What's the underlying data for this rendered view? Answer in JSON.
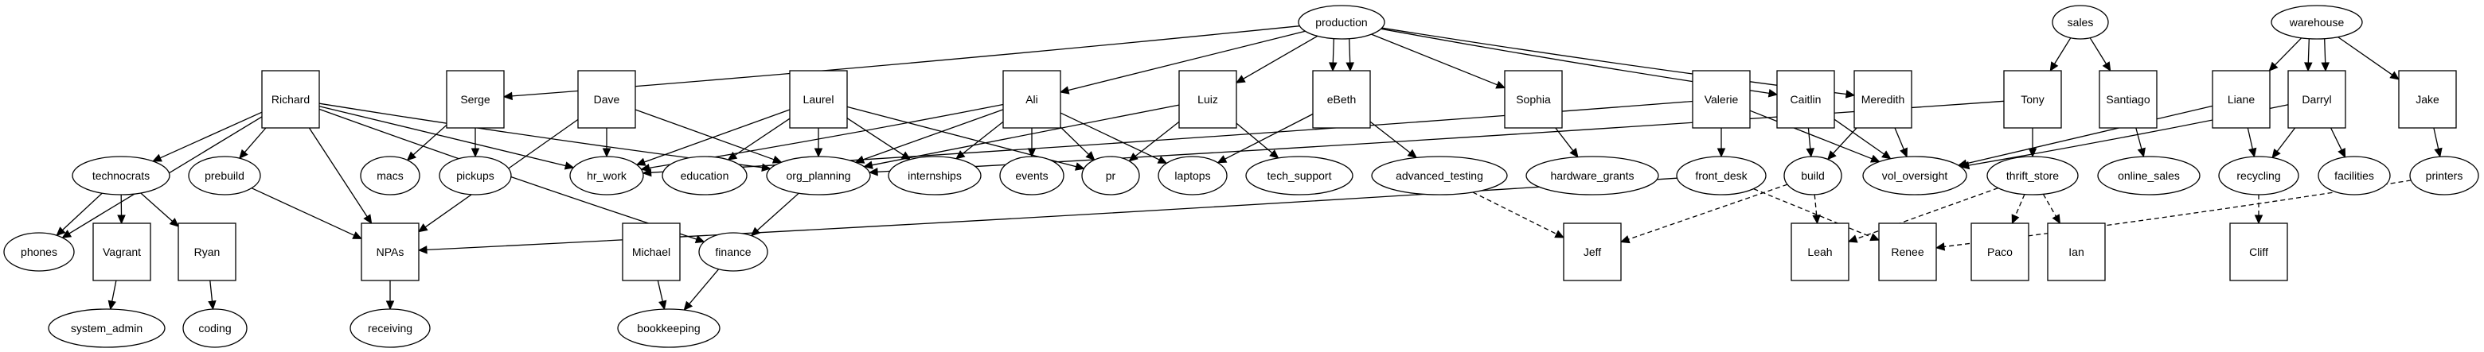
{
  "title": "",
  "node_types": {
    "team": "ellipse",
    "person": "box"
  },
  "nodes": [
    {
      "id": "production",
      "label": "production",
      "shape": "ellipse"
    },
    {
      "id": "sales",
      "label": "sales",
      "shape": "ellipse"
    },
    {
      "id": "warehouse",
      "label": "warehouse",
      "shape": "ellipse"
    },
    {
      "id": "Richard",
      "label": "Richard",
      "shape": "box"
    },
    {
      "id": "Serge",
      "label": "Serge",
      "shape": "box"
    },
    {
      "id": "Dave",
      "label": "Dave",
      "shape": "box"
    },
    {
      "id": "Laurel",
      "label": "Laurel",
      "shape": "box"
    },
    {
      "id": "Ali",
      "label": "Ali",
      "shape": "box"
    },
    {
      "id": "Luiz",
      "label": "Luiz",
      "shape": "box"
    },
    {
      "id": "eBeth",
      "label": "eBeth",
      "shape": "box"
    },
    {
      "id": "Sophia",
      "label": "Sophia",
      "shape": "box"
    },
    {
      "id": "Valerie",
      "label": "Valerie",
      "shape": "box"
    },
    {
      "id": "Caitlin",
      "label": "Caitlin",
      "shape": "box"
    },
    {
      "id": "Meredith",
      "label": "Meredith",
      "shape": "box"
    },
    {
      "id": "Tony",
      "label": "Tony",
      "shape": "box"
    },
    {
      "id": "Santiago",
      "label": "Santiago",
      "shape": "box"
    },
    {
      "id": "Liane",
      "label": "Liane",
      "shape": "box"
    },
    {
      "id": "Darryl",
      "label": "Darryl",
      "shape": "box"
    },
    {
      "id": "Jake",
      "label": "Jake",
      "shape": "box"
    },
    {
      "id": "technocrats",
      "label": "technocrats",
      "shape": "ellipse"
    },
    {
      "id": "prebuild",
      "label": "prebuild",
      "shape": "ellipse"
    },
    {
      "id": "macs",
      "label": "macs",
      "shape": "ellipse"
    },
    {
      "id": "pickups",
      "label": "pickups",
      "shape": "ellipse"
    },
    {
      "id": "hr_work",
      "label": "hr_work",
      "shape": "ellipse"
    },
    {
      "id": "education",
      "label": "education",
      "shape": "ellipse"
    },
    {
      "id": "org_planning",
      "label": "org_planning",
      "shape": "ellipse"
    },
    {
      "id": "internships",
      "label": "internships",
      "shape": "ellipse"
    },
    {
      "id": "events",
      "label": "events",
      "shape": "ellipse"
    },
    {
      "id": "pr",
      "label": "pr",
      "shape": "ellipse"
    },
    {
      "id": "laptops",
      "label": "laptops",
      "shape": "ellipse"
    },
    {
      "id": "tech_support",
      "label": "tech_support",
      "shape": "ellipse"
    },
    {
      "id": "advanced_testing",
      "label": "advanced_testing",
      "shape": "ellipse"
    },
    {
      "id": "hardware_grants",
      "label": "hardware_grants",
      "shape": "ellipse"
    },
    {
      "id": "front_desk",
      "label": "front_desk",
      "shape": "ellipse"
    },
    {
      "id": "build",
      "label": "build",
      "shape": "ellipse"
    },
    {
      "id": "vol_oversight",
      "label": "vol_oversight",
      "shape": "ellipse"
    },
    {
      "id": "thrift_store",
      "label": "thrift_store",
      "shape": "ellipse"
    },
    {
      "id": "online_sales",
      "label": "online_sales",
      "shape": "ellipse"
    },
    {
      "id": "recycling",
      "label": "recycling",
      "shape": "ellipse"
    },
    {
      "id": "facilities",
      "label": "facilities",
      "shape": "ellipse"
    },
    {
      "id": "printers",
      "label": "printers",
      "shape": "ellipse"
    },
    {
      "id": "phones",
      "label": "phones",
      "shape": "ellipse"
    },
    {
      "id": "Vagrant",
      "label": "Vagrant",
      "shape": "box"
    },
    {
      "id": "Ryan",
      "label": "Ryan",
      "shape": "box"
    },
    {
      "id": "NPAs",
      "label": "NPAs",
      "shape": "box"
    },
    {
      "id": "Michael",
      "label": "Michael",
      "shape": "box"
    },
    {
      "id": "finance",
      "label": "finance",
      "shape": "ellipse"
    },
    {
      "id": "Jeff",
      "label": "Jeff",
      "shape": "box"
    },
    {
      "id": "Leah",
      "label": "Leah",
      "shape": "box"
    },
    {
      "id": "Renee",
      "label": "Renee",
      "shape": "box"
    },
    {
      "id": "Paco",
      "label": "Paco",
      "shape": "box"
    },
    {
      "id": "Ian",
      "label": "Ian",
      "shape": "box"
    },
    {
      "id": "Cliff",
      "label": "Cliff",
      "shape": "box"
    },
    {
      "id": "system_admin",
      "label": "system_admin",
      "shape": "ellipse"
    },
    {
      "id": "coding",
      "label": "coding",
      "shape": "ellipse"
    },
    {
      "id": "receiving",
      "label": "receiving",
      "shape": "ellipse"
    },
    {
      "id": "bookkeeping",
      "label": "bookkeeping",
      "shape": "ellipse"
    }
  ],
  "edges": [
    {
      "from": "production",
      "to": "Serge",
      "style": "solid"
    },
    {
      "from": "production",
      "to": "Ali",
      "style": "solid"
    },
    {
      "from": "production",
      "to": "Luiz",
      "style": "solid"
    },
    {
      "from": "production",
      "to": "eBeth",
      "style": "solid"
    },
    {
      "from": "production",
      "to": "eBeth",
      "style": "solid"
    },
    {
      "from": "production",
      "to": "Sophia",
      "style": "solid"
    },
    {
      "from": "production",
      "to": "Caitlin",
      "style": "solid"
    },
    {
      "from": "production",
      "to": "Meredith",
      "style": "solid"
    },
    {
      "from": "sales",
      "to": "Tony",
      "style": "solid"
    },
    {
      "from": "sales",
      "to": "Santiago",
      "style": "solid"
    },
    {
      "from": "warehouse",
      "to": "Liane",
      "style": "solid"
    },
    {
      "from": "warehouse",
      "to": "Darryl",
      "style": "solid"
    },
    {
      "from": "warehouse",
      "to": "Darryl",
      "style": "solid"
    },
    {
      "from": "warehouse",
      "to": "Jake",
      "style": "solid"
    },
    {
      "from": "Richard",
      "to": "phones",
      "style": "solid"
    },
    {
      "from": "Richard",
      "to": "technocrats",
      "style": "solid"
    },
    {
      "from": "Richard",
      "to": "prebuild",
      "style": "solid"
    },
    {
      "from": "Richard",
      "to": "NPAs",
      "style": "solid"
    },
    {
      "from": "Richard",
      "to": "finance",
      "style": "solid"
    },
    {
      "from": "Richard",
      "to": "hr_work",
      "style": "solid"
    },
    {
      "from": "Richard",
      "to": "org_planning",
      "style": "solid"
    },
    {
      "from": "Serge",
      "to": "macs",
      "style": "solid"
    },
    {
      "from": "Serge",
      "to": "pickups",
      "style": "solid"
    },
    {
      "from": "Dave",
      "to": "hr_work",
      "style": "solid"
    },
    {
      "from": "Dave",
      "to": "NPAs",
      "style": "solid"
    },
    {
      "from": "Dave",
      "to": "org_planning",
      "style": "solid"
    },
    {
      "from": "Laurel",
      "to": "hr_work",
      "style": "solid"
    },
    {
      "from": "Laurel",
      "to": "education",
      "style": "solid"
    },
    {
      "from": "Laurel",
      "to": "org_planning",
      "style": "solid"
    },
    {
      "from": "Laurel",
      "to": "internships",
      "style": "solid"
    },
    {
      "from": "Laurel",
      "to": "pr",
      "style": "solid"
    },
    {
      "from": "Ali",
      "to": "hr_work",
      "style": "solid"
    },
    {
      "from": "Ali",
      "to": "org_planning",
      "style": "solid"
    },
    {
      "from": "Ali",
      "to": "internships",
      "style": "solid"
    },
    {
      "from": "Ali",
      "to": "events",
      "style": "solid"
    },
    {
      "from": "Ali",
      "to": "pr",
      "style": "solid"
    },
    {
      "from": "Ali",
      "to": "laptops",
      "style": "solid"
    },
    {
      "from": "Luiz",
      "to": "org_planning",
      "style": "solid"
    },
    {
      "from": "Luiz",
      "to": "pr",
      "style": "solid"
    },
    {
      "from": "Luiz",
      "to": "tech_support",
      "style": "solid"
    },
    {
      "from": "eBeth",
      "to": "laptops",
      "style": "solid"
    },
    {
      "from": "eBeth",
      "to": "advanced_testing",
      "style": "solid"
    },
    {
      "from": "Sophia",
      "to": "hardware_grants",
      "style": "solid"
    },
    {
      "from": "Valerie",
      "to": "hr_work",
      "style": "solid"
    },
    {
      "from": "Valerie",
      "to": "front_desk",
      "style": "solid"
    },
    {
      "from": "Valerie",
      "to": "vol_oversight",
      "style": "solid"
    },
    {
      "from": "Caitlin",
      "to": "build",
      "style": "solid"
    },
    {
      "from": "Caitlin",
      "to": "vol_oversight",
      "style": "solid"
    },
    {
      "from": "Meredith",
      "to": "build",
      "style": "solid"
    },
    {
      "from": "Meredith",
      "to": "vol_oversight",
      "style": "solid"
    },
    {
      "from": "Tony",
      "to": "org_planning",
      "style": "solid"
    },
    {
      "from": "Tony",
      "to": "thrift_store",
      "style": "solid"
    },
    {
      "from": "Santiago",
      "to": "online_sales",
      "style": "solid"
    },
    {
      "from": "Liane",
      "to": "vol_oversight",
      "style": "solid"
    },
    {
      "from": "Liane",
      "to": "recycling",
      "style": "solid"
    },
    {
      "from": "Darryl",
      "to": "vol_oversight",
      "style": "solid"
    },
    {
      "from": "Darryl",
      "to": "recycling",
      "style": "solid"
    },
    {
      "from": "Darryl",
      "to": "facilities",
      "style": "solid"
    },
    {
      "from": "Jake",
      "to": "printers",
      "style": "solid"
    },
    {
      "from": "technocrats",
      "to": "phones",
      "style": "solid"
    },
    {
      "from": "technocrats",
      "to": "Vagrant",
      "style": "solid"
    },
    {
      "from": "technocrats",
      "to": "Ryan",
      "style": "solid"
    },
    {
      "from": "prebuild",
      "to": "NPAs",
      "style": "solid"
    },
    {
      "from": "org_planning",
      "to": "finance",
      "style": "solid"
    },
    {
      "from": "front_desk",
      "to": "NPAs",
      "style": "solid"
    },
    {
      "from": "advanced_testing",
      "to": "Jeff",
      "style": "dashed"
    },
    {
      "from": "build",
      "to": "Jeff",
      "style": "dashed"
    },
    {
      "from": "build",
      "to": "Leah",
      "style": "dashed"
    },
    {
      "from": "front_desk",
      "to": "Renee",
      "style": "dashed"
    },
    {
      "from": "thrift_store",
      "to": "Leah",
      "style": "dashed"
    },
    {
      "from": "thrift_store",
      "to": "Paco",
      "style": "dashed"
    },
    {
      "from": "thrift_store",
      "to": "Ian",
      "style": "dashed"
    },
    {
      "from": "recycling",
      "to": "Cliff",
      "style": "dashed"
    },
    {
      "from": "printers",
      "to": "Renee",
      "style": "dashed"
    },
    {
      "from": "Vagrant",
      "to": "system_admin",
      "style": "solid"
    },
    {
      "from": "Ryan",
      "to": "coding",
      "style": "solid"
    },
    {
      "from": "NPAs",
      "to": "receiving",
      "style": "solid"
    },
    {
      "from": "Michael",
      "to": "bookkeeping",
      "style": "solid"
    },
    {
      "from": "finance",
      "to": "bookkeeping",
      "style": "solid"
    }
  ]
}
